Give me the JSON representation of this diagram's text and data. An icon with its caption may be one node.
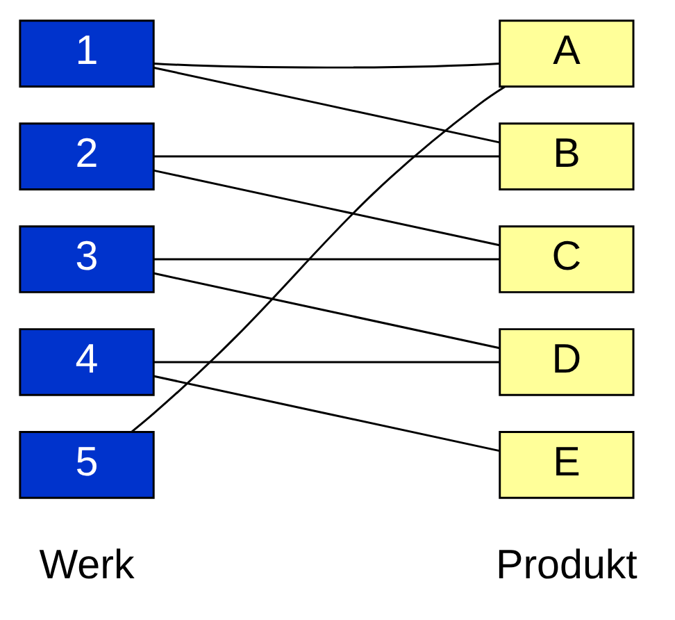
{
  "diagram": {
    "nodes": [
      {
        "text": [
          "1"
        ]
      },
      {
        "text": [
          "2"
        ]
      },
      {
        "text": [
          "3"
        ]
      },
      {
        "text": [
          "4"
        ]
      },
      {
        "text": [
          "5"
        ]
      },
      {
        "text": [
          "A"
        ]
      },
      {
        "text": [
          "B"
        ]
      },
      {
        "text": [
          "C"
        ]
      },
      {
        "text": [
          "D"
        ]
      },
      {
        "text": [
          "E"
        ]
      }
    ],
    "edges": [
      {
        "from": 0,
        "to": 5,
        "arrow": "none"
      },
      {
        "from": 0,
        "to": 6,
        "arrow": "none"
      },
      {
        "from": 1,
        "to": 6,
        "arrow": "none"
      },
      {
        "from": 1,
        "to": 7,
        "arrow": "none"
      },
      {
        "from": 2,
        "to": 7,
        "arrow": "none"
      },
      {
        "from": 2,
        "to": 8,
        "arrow": "none"
      },
      {
        "from": 3,
        "to": 8,
        "arrow": "none"
      },
      {
        "from": 3,
        "to": 9,
        "arrow": "none"
      },
      {
        "from": 4,
        "to": 5,
        "arrow": "none"
      }
    ],
    "labels": [
      "Werk",
      "Produkt"
    ]
  }
}
